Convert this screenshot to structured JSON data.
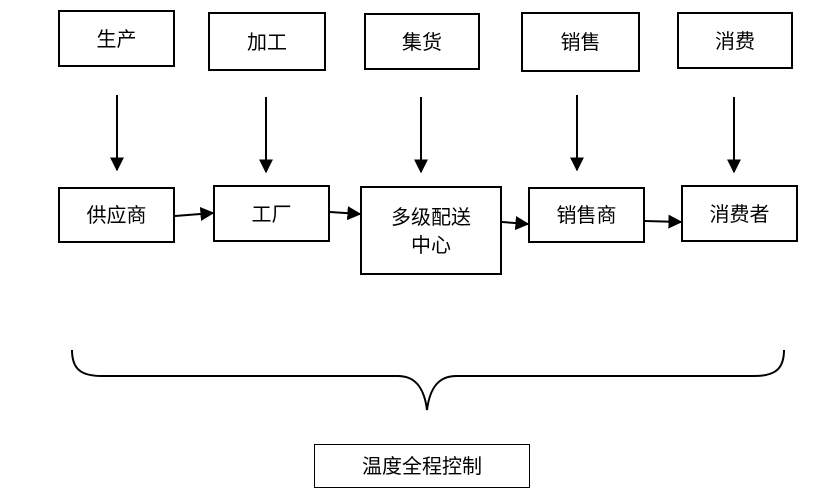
{
  "stages": [
    {
      "label": "生产"
    },
    {
      "label": "加工"
    },
    {
      "label": "集货"
    },
    {
      "label": "销售"
    },
    {
      "label": "消费"
    }
  ],
  "chain": [
    {
      "label": "供应商"
    },
    {
      "label": "工厂"
    },
    {
      "label": "多级配送中心"
    },
    {
      "label": "销售商"
    },
    {
      "label": "消费者"
    }
  ],
  "summary": {
    "label": "温度全程控制"
  },
  "colors": {
    "line": "#000000",
    "background": "#ffffff"
  }
}
